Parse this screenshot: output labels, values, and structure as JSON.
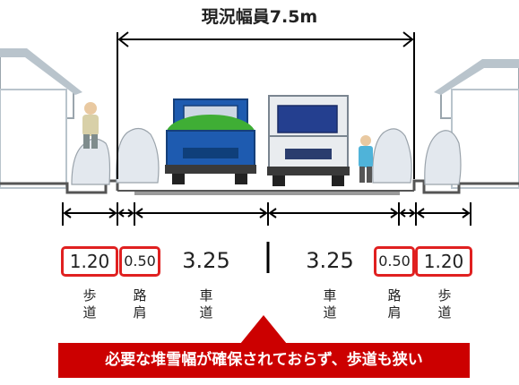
{
  "title": "現況幅員7.5m",
  "segments": [
    {
      "value": "1.20",
      "label": [
        "歩",
        "道"
      ],
      "highlighted": true
    },
    {
      "value": "0.50",
      "label": [
        "路",
        "肩"
      ],
      "highlighted": true
    },
    {
      "value": "3.25",
      "label": [
        "車",
        "道"
      ],
      "highlighted": false
    },
    {
      "value": "3.25",
      "label": [
        "車",
        "道"
      ],
      "highlighted": false
    },
    {
      "value": "0.50",
      "label": [
        "路",
        "肩"
      ],
      "highlighted": true
    },
    {
      "value": "1.20",
      "label": [
        "歩",
        "道"
      ],
      "highlighted": true
    }
  ],
  "callout": "必要な堆雪幅が確保されておらず、歩道も狭い",
  "colors": {
    "highlight": "#e02020",
    "callout_bg": "#cc0000",
    "truck_left": "#1e5bb0",
    "truck_right": "#e9ecef",
    "snow": "#e3e8ee"
  }
}
